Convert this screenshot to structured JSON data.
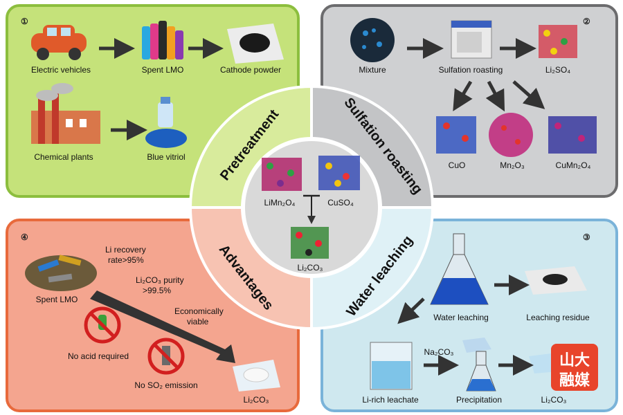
{
  "panels": {
    "pretreatment": {
      "marker": "①",
      "title": "Pretreatment",
      "labels": {
        "electric_vehicles": "Electric vehicles",
        "spent_lmo": "Spent LMO",
        "cathode_powder": "Cathode powder",
        "chemical_plants": "Chemical plants",
        "blue_vitriol": "Blue vitriol"
      }
    },
    "sulfation": {
      "marker": "②",
      "title": "Sulfation roasting",
      "labels": {
        "mixture": "Mixture",
        "sulfation_roasting": "Sulfation roasting",
        "li2so4": "Li₂SO₄",
        "cuo": "CuO",
        "mn2o3": "Mn₂O₃",
        "cumn2o4": "CuMn₂O₄"
      }
    },
    "advantages": {
      "marker": "④",
      "title": "Advantages",
      "labels": {
        "spent_lmo": "Spent LMO",
        "li_recovery_1": "Li recovery",
        "li_recovery_2": "rate>95%",
        "purity_1": "Li₂CO₃ purity",
        "purity_2": ">99.5%",
        "economic_1": "Economically",
        "economic_2": "viable",
        "no_acid": "No acid required",
        "no_so2": "No SO₂ emission",
        "li2co3": "Li₂CO₃"
      }
    },
    "leaching": {
      "marker": "③",
      "title": "Water leaching",
      "labels": {
        "water_leaching": "Water leaching",
        "leaching_residue": "Leaching residue",
        "li_rich": "Li-rich leachate",
        "na2co3": "Na₂CO₃",
        "precipitation": "Precipitation",
        "li2co3": "Li₂CO₃"
      }
    }
  },
  "center": {
    "limn2o4": "LiMn₂O₄",
    "cuso4": "CuSO₄",
    "li2co3": "Li₂CO₃"
  },
  "watermark": {
    "line1": "山大",
    "line2": "融媒"
  },
  "colors": {
    "pretreatment_bg": "#c5e27a",
    "sulfation_bg": "#cfd0d2",
    "advantages_bg": "#f4a58f",
    "leaching_bg": "#cfe8ef",
    "watermark": "#e8442b"
  }
}
